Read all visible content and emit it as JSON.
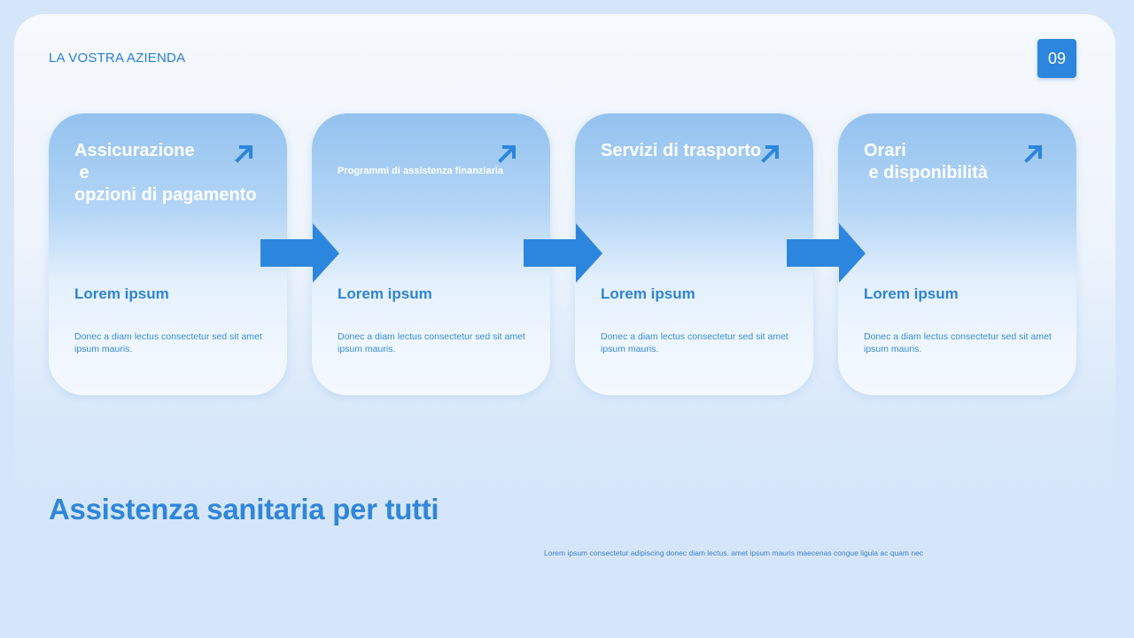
{
  "header": {
    "brand": "LA VOSTRA AZIENDA",
    "page_number": "09"
  },
  "cards": [
    {
      "title": "Assicurazione\n e\nopzioni di pagamento",
      "icon": "arrow-up-right-icon",
      "heading": "Lorem ipsum",
      "body": "Donec a diam lectus consectetur sed sit amet ipsum mauris."
    },
    {
      "title": "Programmi di assistenza finanziaria",
      "icon": "arrow-up-right-icon",
      "heading": "Lorem ipsum",
      "body": "Donec a diam lectus consectetur sed sit amet ipsum mauris."
    },
    {
      "title": "Servizi di trasporto",
      "icon": "arrow-up-right-icon",
      "heading": "Lorem ipsum",
      "body": "Donec a diam lectus consectetur sed sit amet ipsum mauris."
    },
    {
      "title": "Orari\n e disponibilità",
      "icon": "arrow-up-right-icon",
      "heading": "Lorem ipsum",
      "body": "Donec a diam lectus consectetur sed sit amet ipsum mauris."
    }
  ],
  "flow_arrows": [
    "arrow-right-icon",
    "arrow-right-icon",
    "arrow-right-icon"
  ],
  "main": {
    "title": "Assistenza sanitaria per tutti",
    "subtitle": "Lorem ipsum consectetur adipiscing donec diam lectus. amet ipsum mauris maecenas congue ligula ac quam nec"
  },
  "colors": {
    "accent": "#2d86dd",
    "background": "#d6e6fa",
    "card_top": "#93c2ef",
    "card_bottom": "#f4f9ff"
  }
}
